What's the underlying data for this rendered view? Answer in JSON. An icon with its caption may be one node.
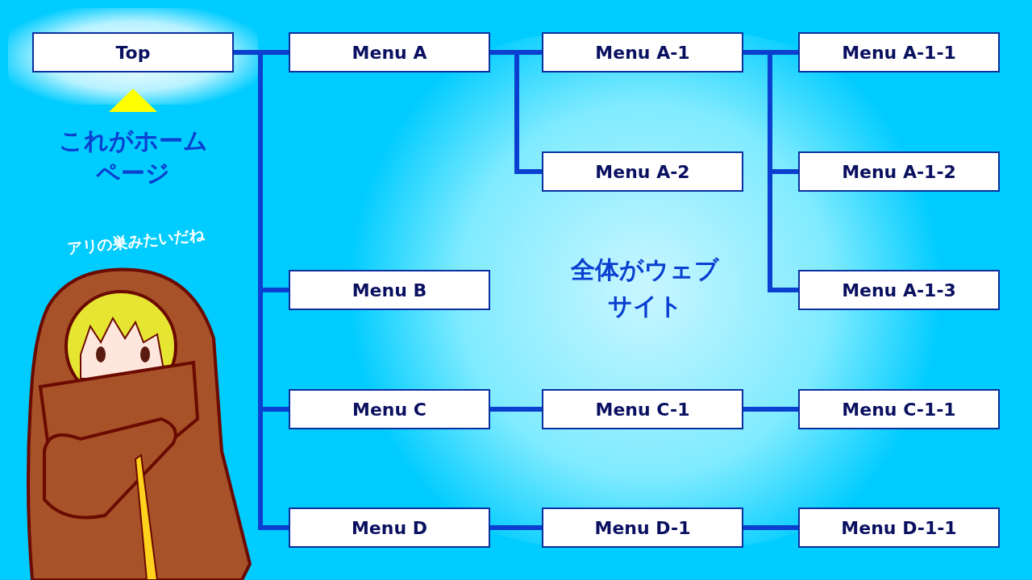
{
  "diagram": {
    "nodes": [
      {
        "text": [
          "Top"
        ]
      },
      {
        "text": [
          "Menu A"
        ]
      },
      {
        "text": [
          "Menu A-1"
        ]
      },
      {
        "text": [
          "Menu A-1-1"
        ]
      },
      {
        "text": [
          "Menu A-2"
        ]
      },
      {
        "text": [
          "Menu A-1-2"
        ]
      },
      {
        "text": [
          "Menu B"
        ]
      },
      {
        "text": [
          "Menu A-1-3"
        ]
      },
      {
        "text": [
          "Menu C"
        ]
      },
      {
        "text": [
          "Menu C-1"
        ]
      },
      {
        "text": [
          "Menu C-1-1"
        ]
      },
      {
        "text": [
          "Menu D"
        ]
      },
      {
        "text": [
          "Menu D-1"
        ]
      },
      {
        "text": [
          "Menu D-1-1"
        ]
      }
    ],
    "edges": [
      {
        "from": 0,
        "to": 1,
        "arrow": "none"
      },
      {
        "from": 0,
        "to": 6,
        "arrow": "none"
      },
      {
        "from": 0,
        "to": 8,
        "arrow": "none"
      },
      {
        "from": 0,
        "to": 11,
        "arrow": "none"
      },
      {
        "from": 1,
        "to": 2,
        "arrow": "none"
      },
      {
        "from": 1,
        "to": 4,
        "arrow": "none"
      },
      {
        "from": 2,
        "to": 3,
        "arrow": "none"
      },
      {
        "from": 2,
        "to": 5,
        "arrow": "none"
      },
      {
        "from": 2,
        "to": 7,
        "arrow": "none"
      },
      {
        "from": 8,
        "to": 9,
        "arrow": "none"
      },
      {
        "from": 9,
        "to": 10,
        "arrow": "none"
      },
      {
        "from": 11,
        "to": 12,
        "arrow": "none"
      },
      {
        "from": 12,
        "to": 13,
        "arrow": "none"
      }
    ],
    "labels": [
      "これがホームページ",
      "アリの巣みたいだね",
      "全体がウェブサイト"
    ]
  }
}
